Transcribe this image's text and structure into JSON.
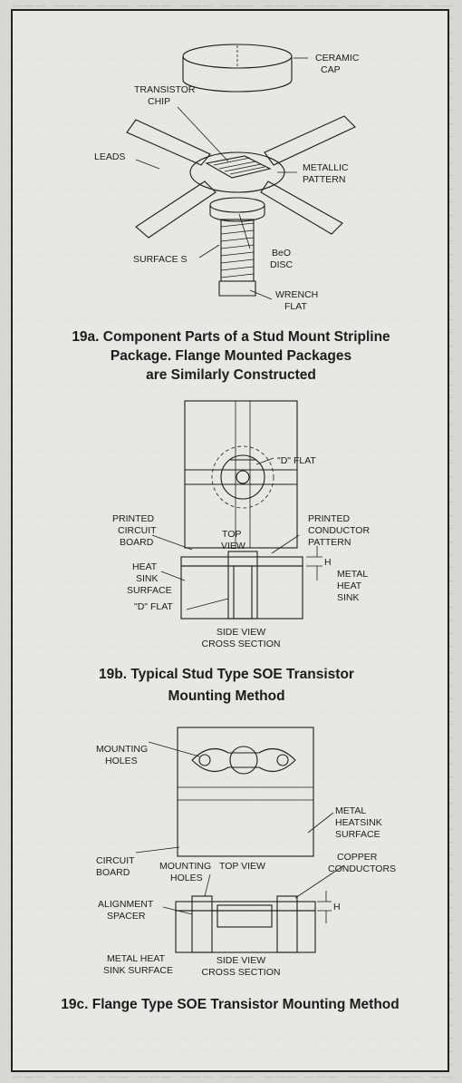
{
  "labels": {
    "a_ceramic_cap": [
      "CERAMIC",
      "CAP"
    ],
    "a_transistor_chip": [
      "TRANSISTOR",
      "CHIP"
    ],
    "a_leads": "LEADS",
    "a_metallic_pattern": [
      "METALLIC",
      "PATTERN"
    ],
    "a_surface_s": "SURFACE S",
    "a_beo_disc": [
      "BeO",
      "DISC"
    ],
    "a_wrench_flat": [
      "WRENCH",
      "FLAT"
    ],
    "b_d_flat_top": "\"D\" FLAT",
    "b_printed_circuit_board": [
      "PRINTED",
      "CIRCUIT",
      "BOARD"
    ],
    "b_top_view": [
      "TOP",
      "VIEW"
    ],
    "b_printed_conductor_pattern": [
      "PRINTED",
      "CONDUCTOR",
      "PATTERN"
    ],
    "b_heat_sink_surface": [
      "HEAT",
      "SINK",
      "SURFACE"
    ],
    "b_h": "H",
    "b_metal_heat_sink": [
      "METAL",
      "HEAT",
      "SINK"
    ],
    "b_d_flat_side": "\"D\" FLAT",
    "b_side_view": [
      "SIDE VIEW",
      "CROSS SECTION"
    ],
    "c_mounting_holes_top": [
      "MOUNTING",
      "HOLES"
    ],
    "c_metal_heatsink_surface": [
      "METAL",
      "HEATSINK",
      "SURFACE"
    ],
    "c_circuit_board": [
      "CIRCUIT",
      "BOARD"
    ],
    "c_top_view": "TOP VIEW",
    "c_mounting_holes_side": [
      "MOUNTING",
      "HOLES"
    ],
    "c_copper_conductors": [
      "COPPER",
      "CONDUCTORS"
    ],
    "c_alignment_spacer": [
      "ALIGNMENT",
      "SPACER"
    ],
    "c_h": "H",
    "c_metal_heat_sink_surface": [
      "METAL HEAT",
      "SINK SURFACE"
    ],
    "c_side_view": [
      "SIDE VIEW",
      "CROSS SECTION"
    ]
  },
  "captions": {
    "fig_19a": [
      "19a. Component Parts of a Stud Mount Stripline",
      "Package. Flange Mounted Packages",
      "are Similarly Constructed"
    ],
    "fig_19b": [
      "19b. Typical Stud Type SOE Transistor",
      "Mounting Method"
    ],
    "fig_19c": "19c. Flange Type SOE Transistor Mounting Method"
  }
}
